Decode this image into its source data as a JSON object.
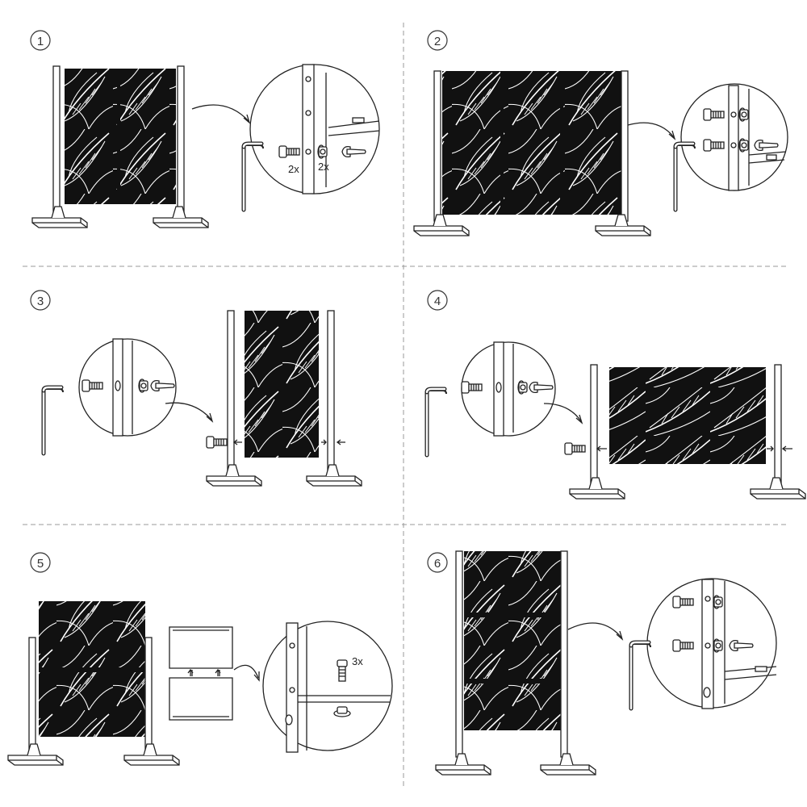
{
  "steps": [
    {
      "num": "1",
      "labels": [
        "2x",
        "2x"
      ]
    },
    {
      "num": "2",
      "labels": []
    },
    {
      "num": "3",
      "labels": []
    },
    {
      "num": "4",
      "labels": []
    },
    {
      "num": "5",
      "labels": [
        "3x"
      ]
    },
    {
      "num": "6",
      "labels": []
    }
  ],
  "colors": {
    "ink": "#222222",
    "panel": "#111111",
    "divider": "#999999"
  }
}
